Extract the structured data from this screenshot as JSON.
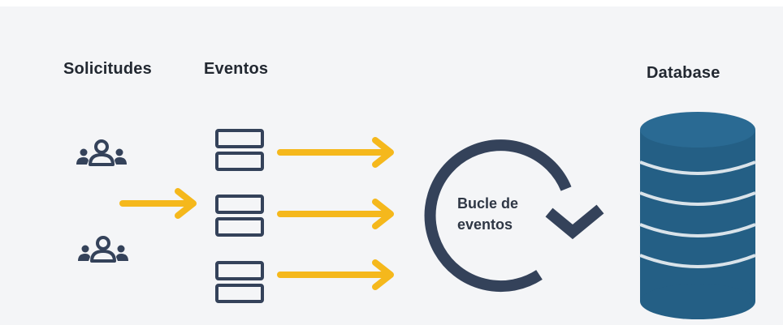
{
  "labels": {
    "requests": "Solicitudes",
    "events": "Eventos",
    "database": "Database",
    "loop_line1": "Bucle de",
    "loop_line2": "eventos"
  },
  "colors": {
    "background": "#f4f5f7",
    "arrow": "#f5b81c",
    "dark": "#34425a",
    "db_fill": "#245f85",
    "db_lines": "#d9e3ea",
    "text": "#222831"
  },
  "icons": [
    "users-group-icon",
    "users-group-icon",
    "event-box-icon",
    "arrow-right-icon",
    "loop-arrow-icon",
    "database-icon"
  ]
}
